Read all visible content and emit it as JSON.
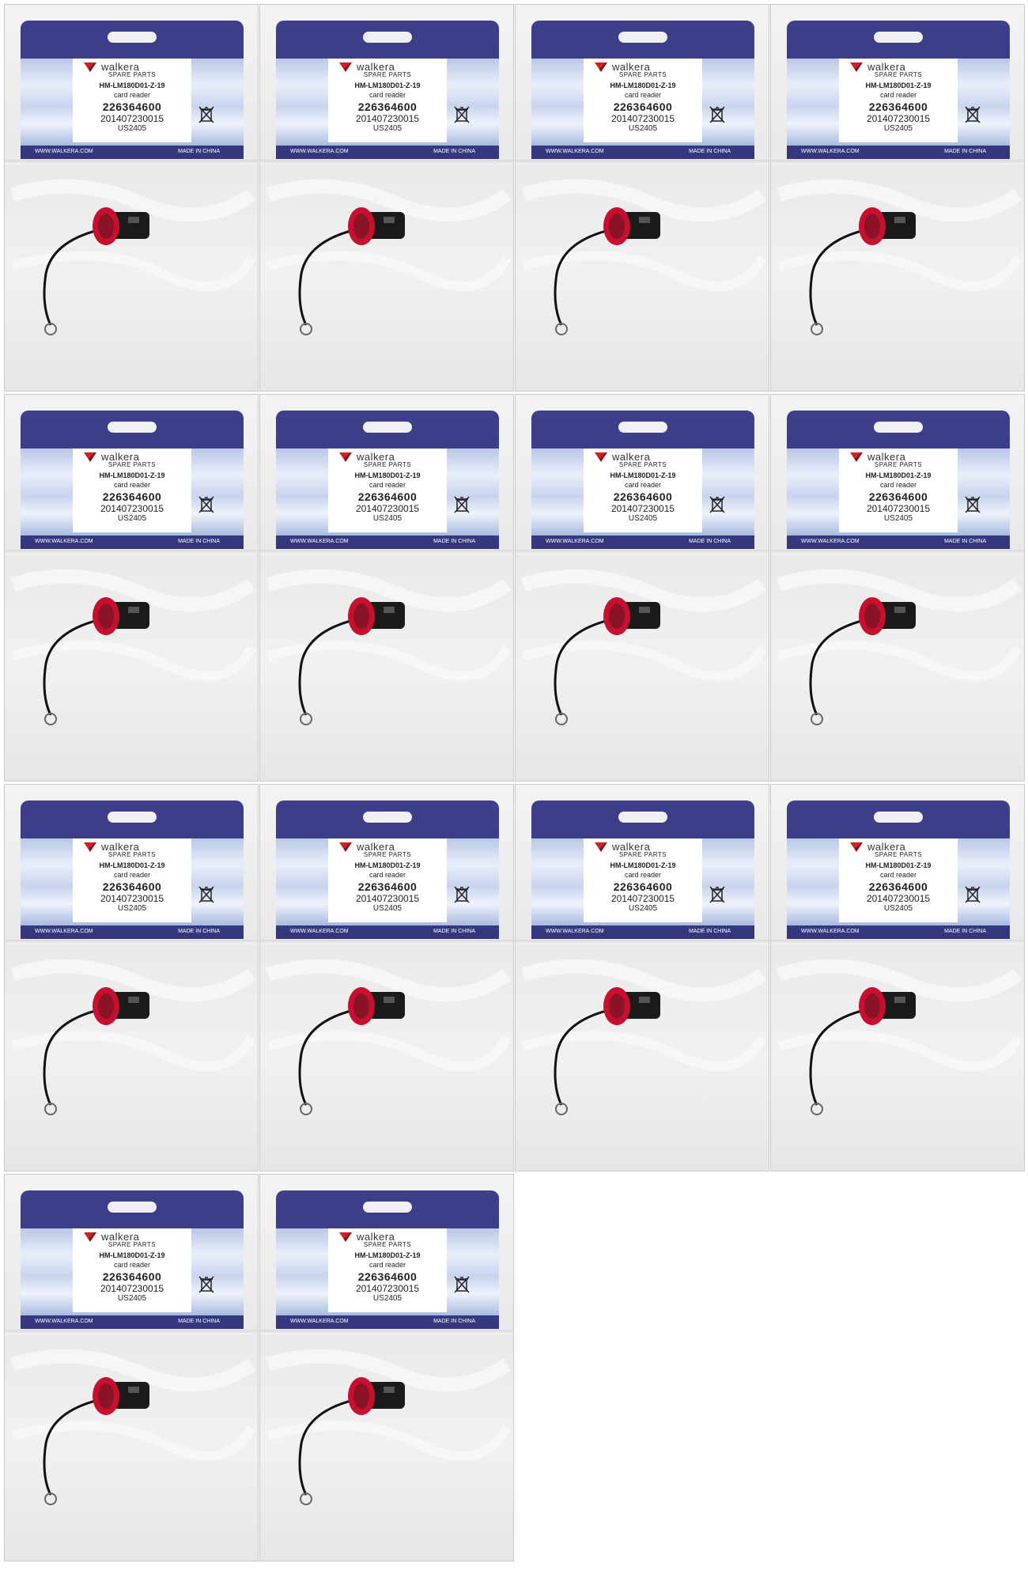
{
  "tiles_count": 14,
  "package": {
    "brand": "walkera",
    "subtitle": "SPARE PARTS",
    "part_code": "HM-LM180D01-Z-19",
    "part_name": "card reader",
    "barcode_number": "226364600",
    "batch_number": "201407230015",
    "lot_code": "US2405",
    "website": "WWW.WALKERA.COM",
    "origin": "MADE IN CHINA"
  },
  "icons": {
    "logo": "walkera-logo-icon",
    "weee": "crossed-bin-icon"
  },
  "colors": {
    "header": "#3b3d86",
    "logo_red": "#d21f26",
    "reader_red": "#c8102e",
    "reader_body": "#1a1a1a"
  }
}
